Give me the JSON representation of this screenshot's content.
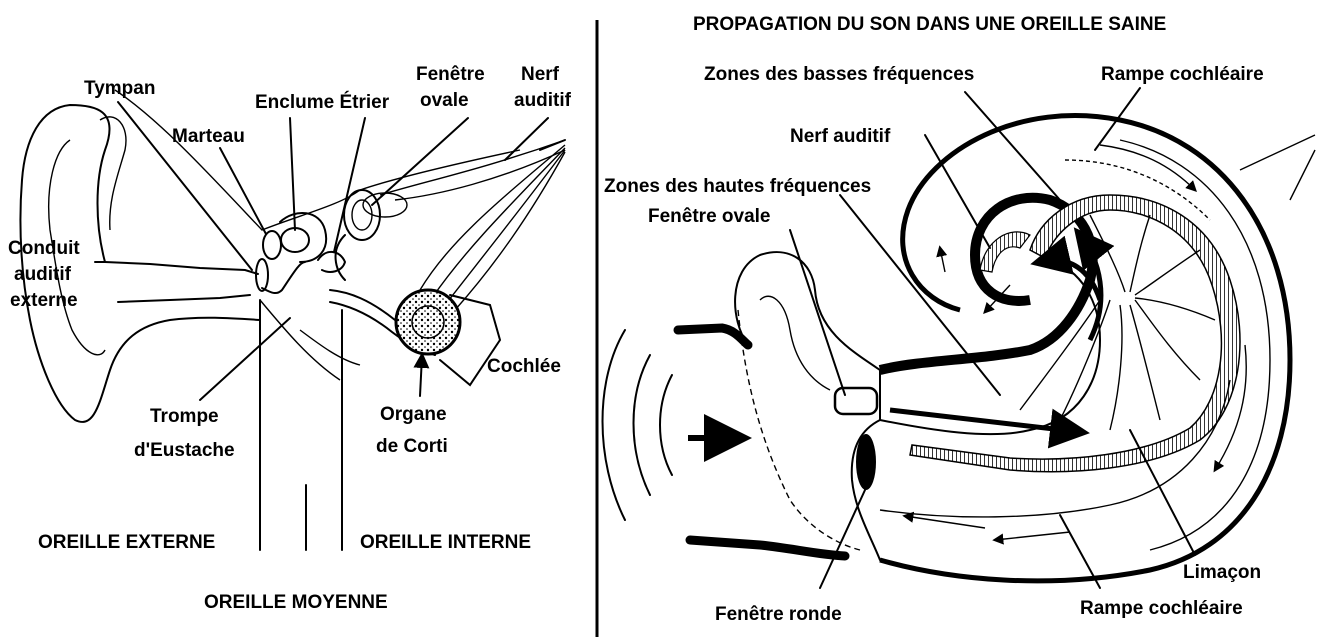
{
  "left_panel": {
    "labels": {
      "tympan": "Tympan",
      "marteau": "Marteau",
      "enclume_etrier": "Enclume Étrier",
      "fenetre_ovale_line1": "Fenêtre",
      "fenetre_ovale_line2": "ovale",
      "nerf_line1": "Nerf",
      "nerf_line2": "auditif",
      "conduit_line1": "Conduit",
      "conduit_line2": "auditif",
      "conduit_line3": "externe",
      "cochlee": "Cochlée",
      "trompe_line1": "Trompe",
      "trompe_line2": "d'Eustache",
      "organe_line1": "Organe",
      "organe_line2": "de Corti",
      "oreille_externe": "OREILLE EXTERNE",
      "oreille_interne": "OREILLE INTERNE",
      "oreille_moyenne": "OREILLE MOYENNE"
    }
  },
  "right_panel": {
    "title": "PROPAGATION DU SON DANS UNE OREILLE SAINE",
    "labels": {
      "zones_basses": "Zones des basses  fréquences",
      "rampe_top": "Rampe cochléaire",
      "nerf_auditif": "Nerf auditif",
      "zones_hautes": "Zones des hautes fréquences",
      "fenetre_ovale": "Fenêtre ovale",
      "limacon": "Limaçon",
      "fenetre_ronde": "Fenêtre ronde",
      "rampe_bottom": "Rampe cochléaire"
    }
  }
}
